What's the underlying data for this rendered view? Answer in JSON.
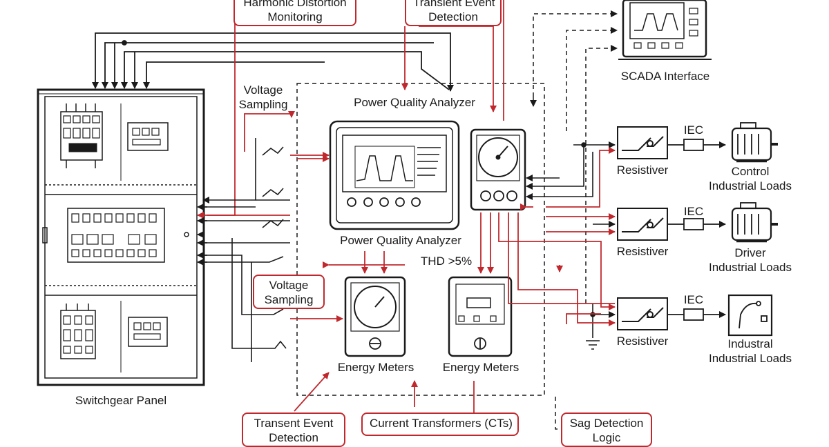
{
  "callouts": {
    "harmonic_distortion_line1": "Harmonic Distortion",
    "harmonic_distortion_line2": "Monitoring",
    "transient_event_top_line1": "Transient Event",
    "transient_event_top_line2": "Detection",
    "voltage_sampling_mid_line1": "Voltage",
    "voltage_sampling_mid_line2": "Sampling",
    "transient_event_bottom_line1": "Transent Event",
    "transient_event_bottom_line2": "Detection",
    "current_transformers": "Current Transformers (CTs)",
    "sag_detection_line1": "Sag Detection",
    "sag_detection_line2": "Logic"
  },
  "labels": {
    "voltage_sampling_top_line1": "Voltage",
    "voltage_sampling_top_line2": "Sampling",
    "pqa_top": "Power Quality Analyzer",
    "pqa_bottom": "Power Quality Analyzer",
    "thd": "THD >5%",
    "energy_meters_1": "Energy Meters",
    "energy_meters_2": "Energy Meters",
    "switchgear": "Switchgear Panel",
    "scada": "SCADA Interface",
    "resistiver_1": "Resistiver",
    "resistiver_2": "Resistiver",
    "resistiver_3": "Resistiver",
    "iec_1": "IEC",
    "iec_2": "IEC",
    "iec_3": "IEC",
    "load_1_line1": "Control",
    "load_1_line2": "Industrial Loads",
    "load_2_line1": "Driver",
    "load_2_line2": "Industrial Loads",
    "load_3_line1": "Industral",
    "load_3_line2": "Industrial Loads"
  },
  "colors": {
    "line_black": "#1a1a1a",
    "line_red": "#c0282d",
    "callout_border": "#c0282d",
    "background": "#ffffff"
  }
}
